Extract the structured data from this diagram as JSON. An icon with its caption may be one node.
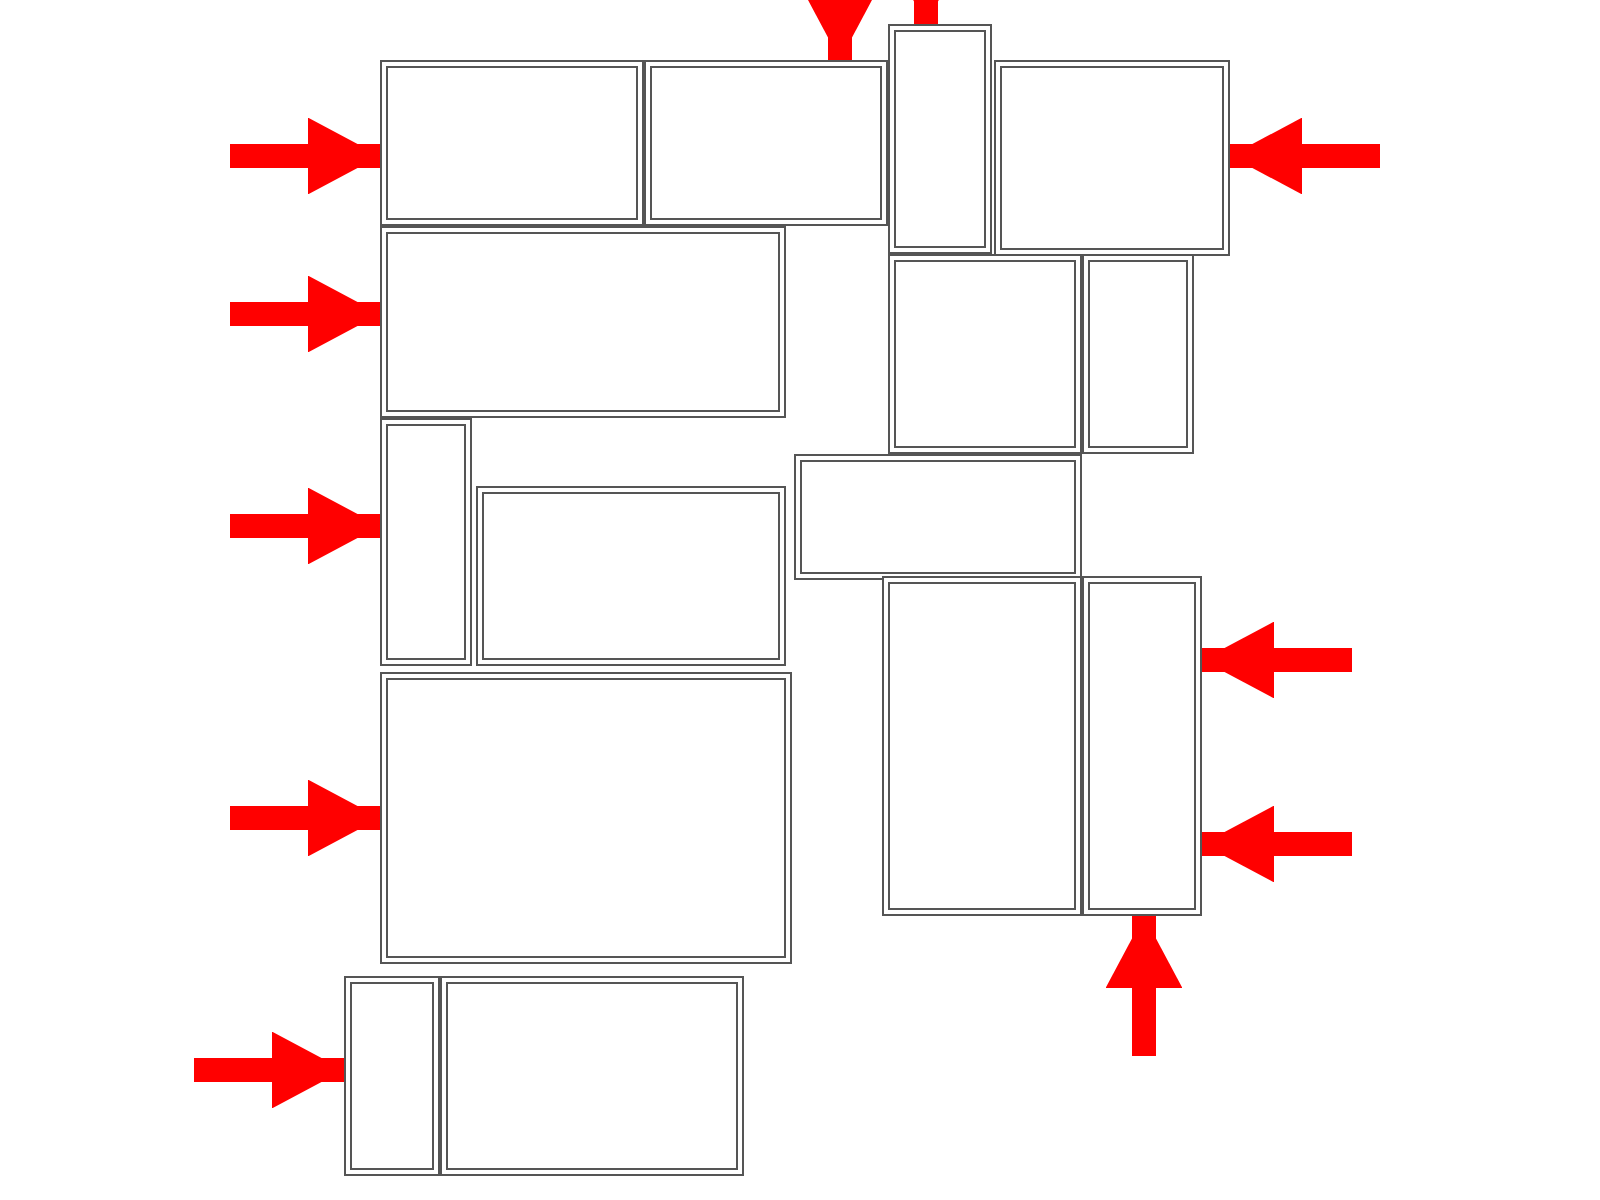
{
  "diagram": {
    "nodes": [
      {
        "text": [],
        "shape": "box"
      },
      {
        "text": [],
        "shape": "box"
      },
      {
        "text": [],
        "shape": "box"
      },
      {
        "text": [],
        "shape": "box"
      },
      {
        "text": [],
        "shape": "box"
      },
      {
        "text": [],
        "shape": "box"
      },
      {
        "text": [],
        "shape": "box"
      },
      {
        "text": [],
        "shape": "box"
      },
      {
        "text": [],
        "shape": "box"
      },
      {
        "text": [],
        "shape": "box"
      },
      {
        "text": [],
        "shape": "box"
      },
      {
        "text": [],
        "shape": "box"
      },
      {
        "text": [],
        "shape": "box"
      },
      {
        "text": [],
        "shape": "box"
      },
      {
        "text": [],
        "shape": "box"
      }
    ],
    "edges": [
      {
        "from": null,
        "to": 0,
        "arrow": "to"
      },
      {
        "from": null,
        "to": 1,
        "arrow": "to"
      },
      {
        "from": null,
        "to": 2,
        "arrow": "to"
      },
      {
        "from": null,
        "to": 3,
        "arrow": "to"
      },
      {
        "from": null,
        "to": 4,
        "arrow": "to"
      },
      {
        "from": null,
        "to": 5,
        "arrow": "to"
      },
      {
        "from": null,
        "to": 12,
        "arrow": "to"
      },
      {
        "from": null,
        "to": 13,
        "arrow": "to"
      },
      {
        "from": null,
        "to": 11,
        "arrow": "to"
      },
      {
        "from": null,
        "to": 11,
        "arrow": "to"
      },
      {
        "from": null,
        "to": 11,
        "arrow": "to"
      }
    ]
  }
}
